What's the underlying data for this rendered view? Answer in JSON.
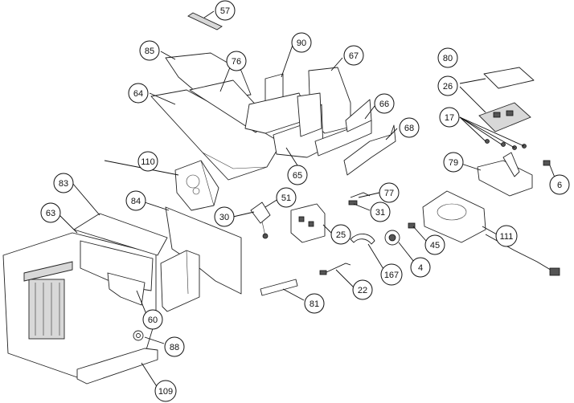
{
  "callouts": [
    {
      "id": "57",
      "label": "57"
    },
    {
      "id": "85",
      "label": "85"
    },
    {
      "id": "76",
      "label": "76"
    },
    {
      "id": "90",
      "label": "90"
    },
    {
      "id": "67",
      "label": "67"
    },
    {
      "id": "80",
      "label": "80"
    },
    {
      "id": "64",
      "label": "64"
    },
    {
      "id": "66",
      "label": "66"
    },
    {
      "id": "26",
      "label": "26"
    },
    {
      "id": "68",
      "label": "68"
    },
    {
      "id": "17",
      "label": "17"
    },
    {
      "id": "110",
      "label": "110"
    },
    {
      "id": "65",
      "label": "65"
    },
    {
      "id": "79",
      "label": "79"
    },
    {
      "id": "6",
      "label": "6"
    },
    {
      "id": "83",
      "label": "83"
    },
    {
      "id": "84",
      "label": "84"
    },
    {
      "id": "51",
      "label": "51"
    },
    {
      "id": "77",
      "label": "77"
    },
    {
      "id": "63",
      "label": "63"
    },
    {
      "id": "30",
      "label": "30"
    },
    {
      "id": "31",
      "label": "31"
    },
    {
      "id": "25",
      "label": "25"
    },
    {
      "id": "45",
      "label": "45"
    },
    {
      "id": "111",
      "label": "111"
    },
    {
      "id": "167",
      "label": "167"
    },
    {
      "id": "4",
      "label": "4"
    },
    {
      "id": "22",
      "label": "22"
    },
    {
      "id": "60",
      "label": "60"
    },
    {
      "id": "81",
      "label": "81"
    },
    {
      "id": "88",
      "label": "88"
    },
    {
      "id": "109",
      "label": "109"
    }
  ]
}
